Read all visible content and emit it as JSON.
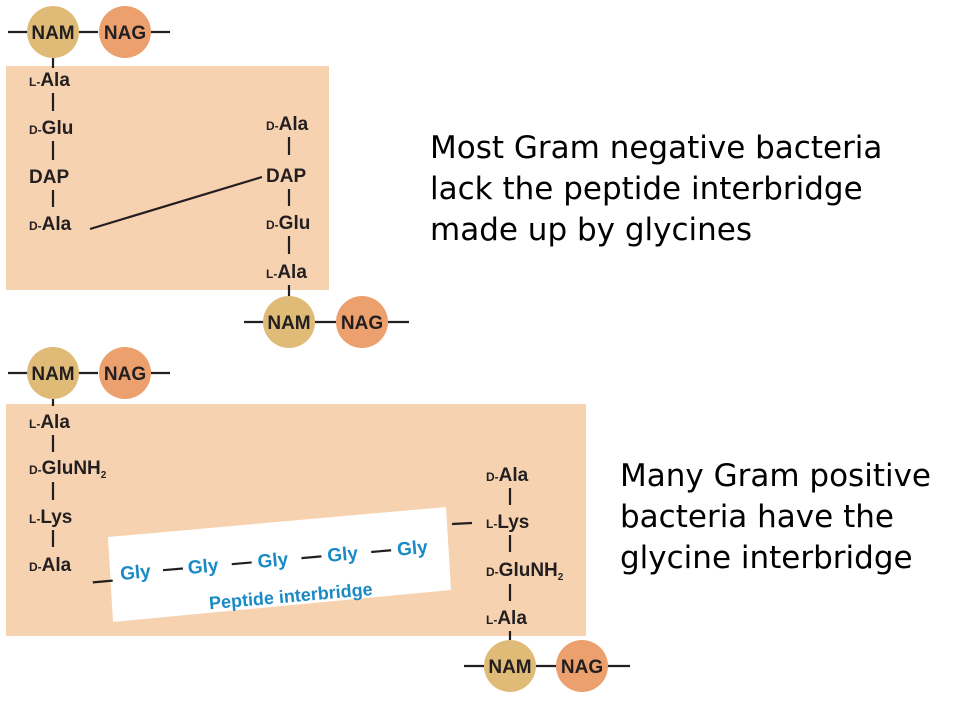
{
  "sugars": {
    "nam": "NAM",
    "nag": "NAG"
  },
  "top_panel": {
    "left_chain": [
      {
        "prefix": "L-",
        "name": "Ala"
      },
      {
        "prefix": "D-",
        "name": "Glu"
      },
      {
        "prefix": "",
        "name": "DAP"
      },
      {
        "prefix": "D-",
        "name": "Ala"
      }
    ],
    "right_chain": [
      {
        "prefix": "D-",
        "name": "Ala"
      },
      {
        "prefix": "",
        "name": "DAP"
      },
      {
        "prefix": "D-",
        "name": "Glu"
      },
      {
        "prefix": "L-",
        "name": "Ala"
      }
    ]
  },
  "bottom_panel": {
    "left_chain": [
      {
        "prefix": "L-",
        "name": "Ala",
        "sub": ""
      },
      {
        "prefix": "D-",
        "name": "GluNH",
        "sub": "2"
      },
      {
        "prefix": "L-",
        "name": "Lys",
        "sub": ""
      },
      {
        "prefix": "D-",
        "name": "Ala",
        "sub": ""
      }
    ],
    "right_chain": [
      {
        "prefix": "D-",
        "name": "Ala",
        "sub": ""
      },
      {
        "prefix": "L-",
        "name": "Lys",
        "sub": ""
      },
      {
        "prefix": "D-",
        "name": "GluNH",
        "sub": "2"
      },
      {
        "prefix": "L-",
        "name": "Ala",
        "sub": ""
      }
    ],
    "interbridge": {
      "residues": [
        "Gly",
        "Gly",
        "Gly",
        "Gly",
        "Gly"
      ],
      "label": "Peptide interbridge"
    }
  },
  "captions": {
    "gram_negative": [
      "Most Gram negative bacteria",
      "lack the peptide interbridge",
      "made up by glycines"
    ],
    "gram_positive": [
      "Many Gram positive",
      "bacteria have the",
      "glycine interbridge"
    ]
  },
  "colors": {
    "panel": "#f6d2b0",
    "nam": "#e0bb78",
    "nag": "#eba06e",
    "glycine": "#1a8ac6",
    "bond": "#231f20"
  }
}
